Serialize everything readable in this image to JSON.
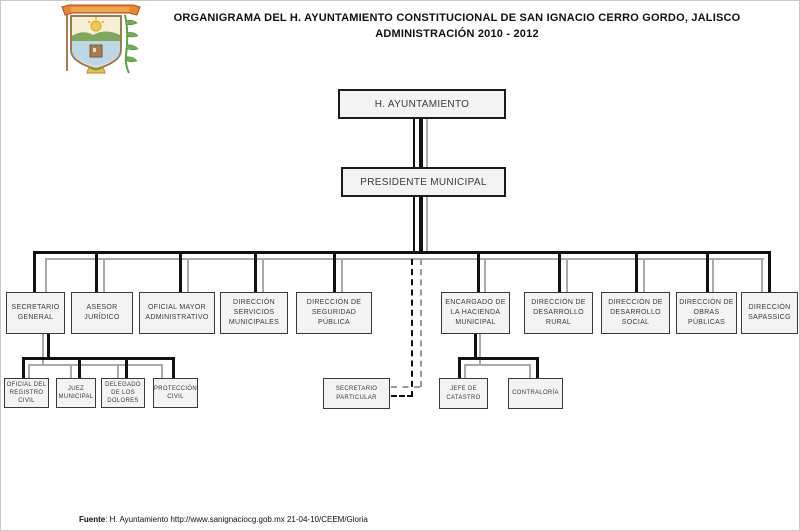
{
  "header": {
    "title_line1": "ORGANIGRAMA DEL H. AYUNTAMIENTO CONSTITUCIONAL DE SAN IGNACIO CERRO GORDO, JALISCO",
    "title_line2": "ADMINISTRACIÓN 2010 - 2012",
    "crest_icon": "municipal-coat-of-arms"
  },
  "org": {
    "root": {
      "label": "H. AYUNTAMIENTO"
    },
    "presidente": {
      "label": "PRESIDENTE MUNICIPAL"
    },
    "staff": {
      "label": "SECRETARIO PARTICULAR",
      "connection": "dashed"
    },
    "level2": [
      {
        "label": "SECRETARIO GENERAL"
      },
      {
        "label": "ASESOR JURÍDICO"
      },
      {
        "label": "OFICIAL MAYOR ADMINISTRATIVO"
      },
      {
        "label": "DIRECCIÓN SERVICIOS MUNICIPALES"
      },
      {
        "label": "DIRECCIÓN DE SEGURIDAD PÚBLICA"
      },
      {
        "label": "ENCARGADO DE LA HACIENDA MUNICIPAL"
      },
      {
        "label": "DIRECCIÓN DE DESARROLLO RURAL"
      },
      {
        "label": "DIRECCIÓN DE DESARROLLO SOCIAL"
      },
      {
        "label": "DIRECCIÓN DE OBRAS PÚBLICAS"
      },
      {
        "label": "DIRECCIÓN SAPASSICG"
      }
    ],
    "secretario_general_children": [
      {
        "label": "OFICIAL DEL REGISTRO CIVIL"
      },
      {
        "label": "JUEZ MUNICIPAL"
      },
      {
        "label": "DELEGADO DE LOS DOLORES"
      },
      {
        "label": "PROTECCIÓN CIVIL"
      }
    ],
    "hacienda_children": [
      {
        "label": "JEFE DE CATASTRO"
      },
      {
        "label": "CONTRALORÍA"
      }
    ]
  },
  "footer": {
    "source_label": "Fuente",
    "source_rest": ": H. Ayuntamiento  http://www.sanignaciocg.gob.mx 21-04-10/CEEM/Gloria"
  },
  "colors": {
    "line_black": "#111111",
    "line_gray": "#aaaaaa",
    "box_fill": "#f3f3f3",
    "box_border": "#3a3a3a"
  }
}
